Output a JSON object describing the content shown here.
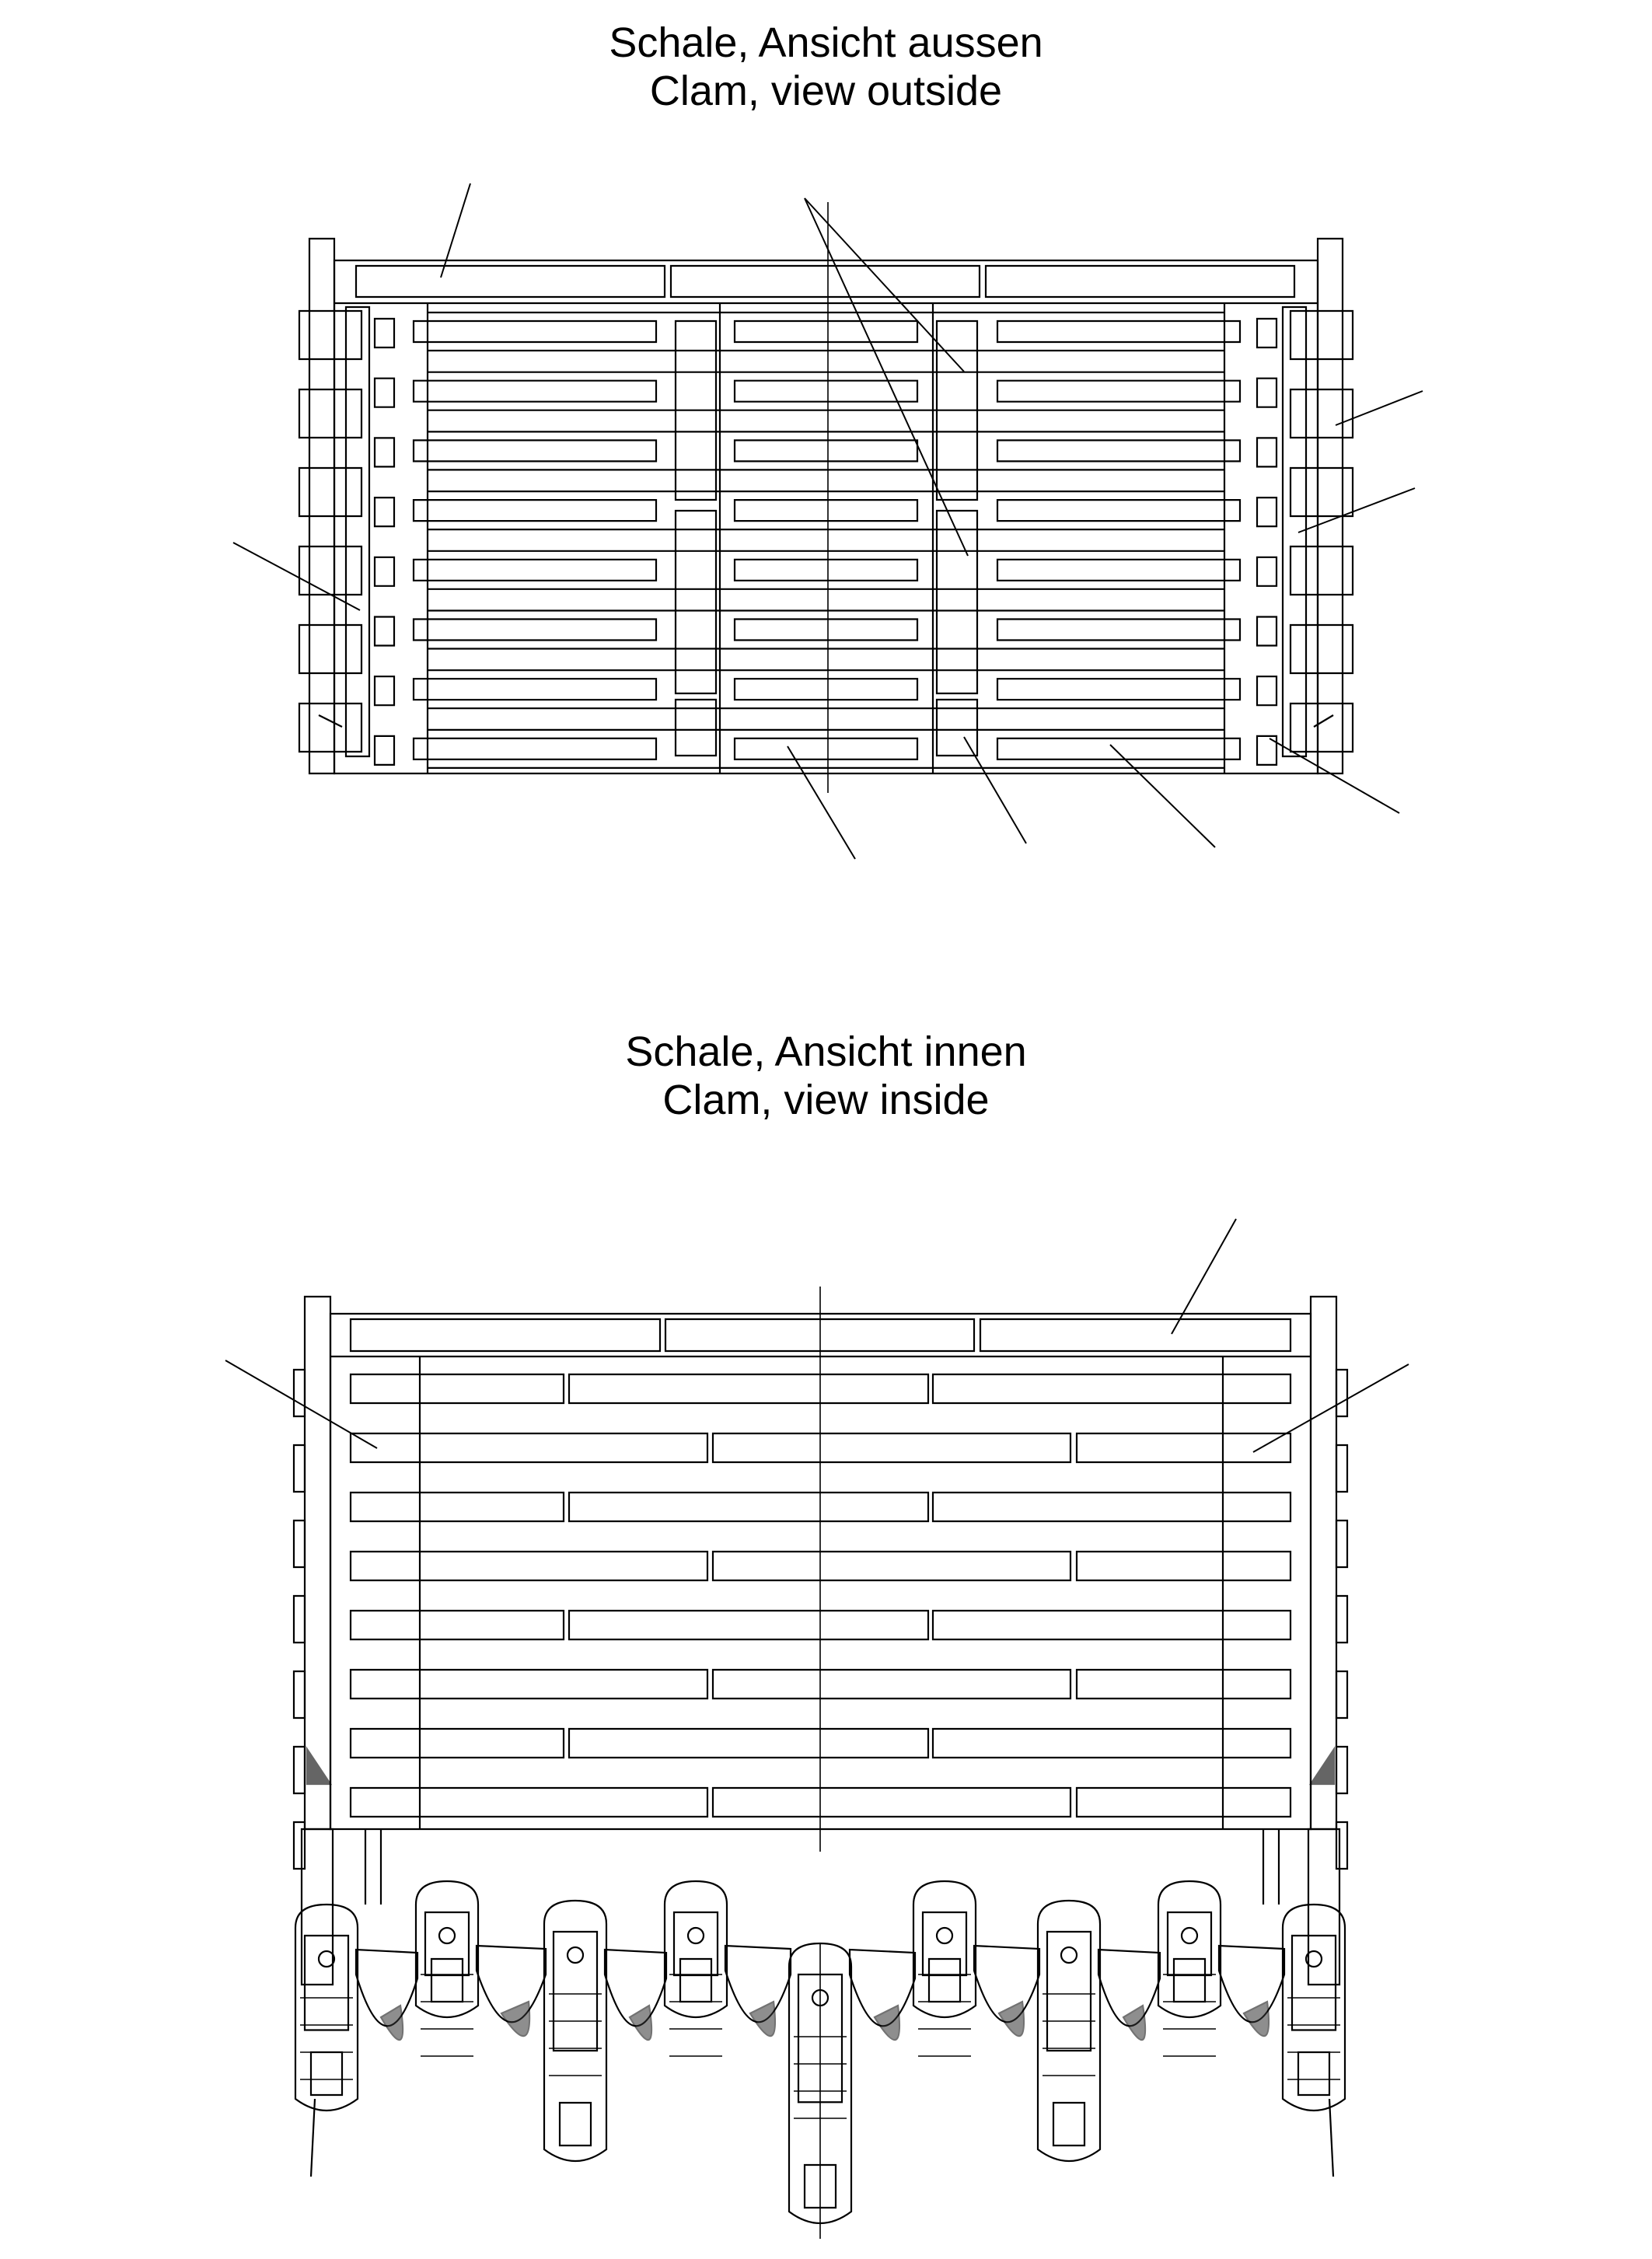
{
  "outside_view": {
    "title_de": "Schale, Ansicht aussen",
    "title_en": "Clam, view outside"
  },
  "inside_view": {
    "title_de": "Schale, Ansicht innen",
    "title_en": "Clam, view inside"
  },
  "colors": {
    "line": "#000000",
    "background": "#ffffff"
  }
}
